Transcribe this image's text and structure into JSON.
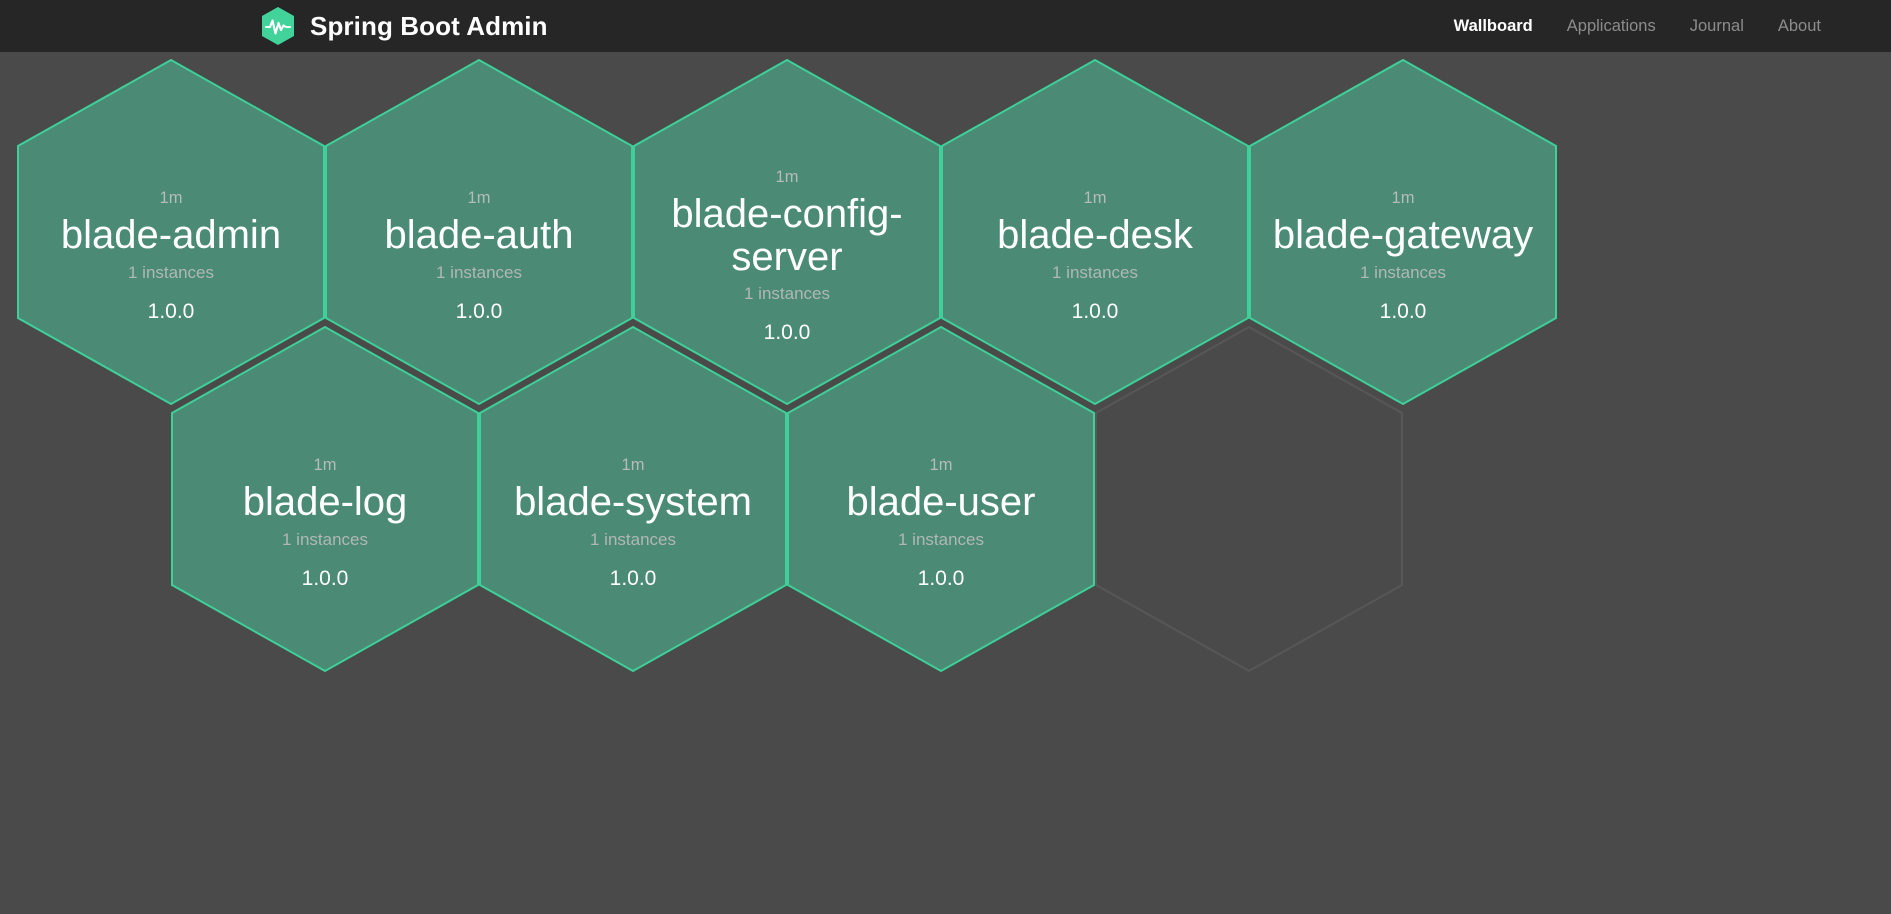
{
  "header": {
    "logo_icon": "spring-boot-admin-hexagon-pulse-logo",
    "brand_title": "Spring Boot Admin",
    "nav": [
      {
        "label": "Wallboard",
        "active": true
      },
      {
        "label": "Applications",
        "active": false
      },
      {
        "label": "Journal",
        "active": false
      },
      {
        "label": "About",
        "active": false
      }
    ]
  },
  "colors": {
    "background": "#4a4a4a",
    "navbar": "#262626",
    "hex_fill": "#4b8a75",
    "hex_border": "#3ecf9a",
    "hex_empty_border": "#575757",
    "brand_accent": "#3ecf9a",
    "muted_text": "#b4bdb9",
    "nav_inactive": "#8c8c8c"
  },
  "wallboard": {
    "applications": [
      {
        "status": "1m",
        "name": "blade-admin",
        "instances": "1 instances",
        "version": "1.0.0",
        "empty": false
      },
      {
        "status": "1m",
        "name": "blade-auth",
        "instances": "1 instances",
        "version": "1.0.0",
        "empty": false
      },
      {
        "status": "1m",
        "name": "blade-config-server",
        "instances": "1 instances",
        "version": "1.0.0",
        "empty": false
      },
      {
        "status": "1m",
        "name": "blade-desk",
        "instances": "1 instances",
        "version": "1.0.0",
        "empty": false
      },
      {
        "status": "1m",
        "name": "blade-gateway",
        "instances": "1 instances",
        "version": "1.0.0",
        "empty": false
      },
      {
        "status": "1m",
        "name": "blade-log",
        "instances": "1 instances",
        "version": "1.0.0",
        "empty": false
      },
      {
        "status": "1m",
        "name": "blade-system",
        "instances": "1 instances",
        "version": "1.0.0",
        "empty": false
      },
      {
        "status": "1m",
        "name": "blade-user",
        "instances": "1 instances",
        "version": "1.0.0",
        "empty": false
      },
      {
        "status": "",
        "name": "",
        "instances": "",
        "version": "",
        "empty": true
      }
    ]
  }
}
